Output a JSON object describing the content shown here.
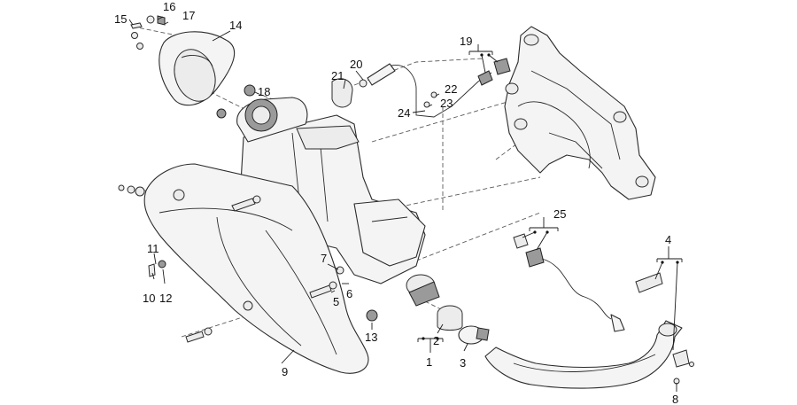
{
  "callouts": [
    {
      "id": "1",
      "text": "1"
    },
    {
      "id": "2",
      "text": "2"
    },
    {
      "id": "3",
      "text": "3"
    },
    {
      "id": "4",
      "text": "4"
    },
    {
      "id": "5",
      "text": "5"
    },
    {
      "id": "6",
      "text": "6"
    },
    {
      "id": "7",
      "text": "7"
    },
    {
      "id": "8",
      "text": "8"
    },
    {
      "id": "9",
      "text": "9"
    },
    {
      "id": "10",
      "text": "10"
    },
    {
      "id": "11",
      "text": "11"
    },
    {
      "id": "12",
      "text": "12"
    },
    {
      "id": "13",
      "text": "13"
    },
    {
      "id": "14",
      "text": "14"
    },
    {
      "id": "15",
      "text": "15"
    },
    {
      "id": "16",
      "text": "16"
    },
    {
      "id": "17",
      "text": "17"
    },
    {
      "id": "18",
      "text": "18"
    },
    {
      "id": "19",
      "text": "19"
    },
    {
      "id": "20",
      "text": "20"
    },
    {
      "id": "21",
      "text": "21"
    },
    {
      "id": "22",
      "text": "22"
    },
    {
      "id": "23",
      "text": "23"
    },
    {
      "id": "24",
      "text": "24"
    },
    {
      "id": "25",
      "text": "25"
    }
  ],
  "colors": {
    "line": "#2b2b2b",
    "fill": "#f4f4f4",
    "background": "#ffffff"
  }
}
